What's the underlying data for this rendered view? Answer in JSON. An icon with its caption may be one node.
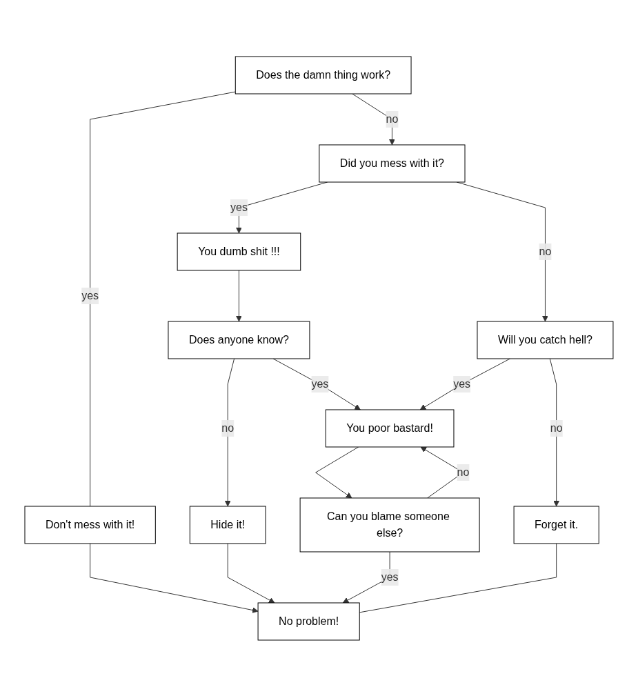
{
  "diagram": {
    "nodes": [
      {
        "text": [
          "Does the damn thing work?"
        ]
      },
      {
        "text": [
          "Did you mess with it?"
        ]
      },
      {
        "text": [
          "Don't mess with it!"
        ]
      },
      {
        "text": [
          "You dumb shit !!!"
        ]
      },
      {
        "text": [
          "Does anyone know?"
        ]
      },
      {
        "text": [
          "Will you catch hell?"
        ]
      },
      {
        "text": [
          "Hide it!"
        ]
      },
      {
        "text": [
          "You poor bastard!"
        ]
      },
      {
        "text": [
          "Can you blame someone else?"
        ]
      },
      {
        "text": [
          "Forget it."
        ]
      },
      {
        "text": [
          "No problem!"
        ]
      }
    ],
    "edges": [
      {
        "from": 0,
        "to": 2,
        "label": "yes",
        "arrow": "none"
      },
      {
        "from": 0,
        "to": 1,
        "label": "no",
        "arrow": "to"
      },
      {
        "from": 1,
        "to": 3,
        "label": "yes",
        "arrow": "to"
      },
      {
        "from": 1,
        "to": 5,
        "label": "no",
        "arrow": "to"
      },
      {
        "from": 2,
        "to": 10,
        "arrow": "to"
      },
      {
        "from": 3,
        "to": 4,
        "arrow": "to"
      },
      {
        "from": 4,
        "to": 6,
        "label": "no",
        "arrow": "to"
      },
      {
        "from": 4,
        "to": 7,
        "label": "yes",
        "arrow": "to"
      },
      {
        "from": 5,
        "to": 7,
        "label": "yes",
        "arrow": "to"
      },
      {
        "from": 5,
        "to": 9,
        "label": "no",
        "arrow": "to"
      },
      {
        "from": 6,
        "to": 10,
        "arrow": "to"
      },
      {
        "from": 7,
        "to": 8,
        "arrow": "to"
      },
      {
        "from": 8,
        "to": 7,
        "label": "no",
        "arrow": "to"
      },
      {
        "from": 8,
        "to": 10,
        "label": "yes",
        "arrow": "to"
      },
      {
        "from": 9,
        "to": 10,
        "arrow": "none"
      }
    ]
  }
}
